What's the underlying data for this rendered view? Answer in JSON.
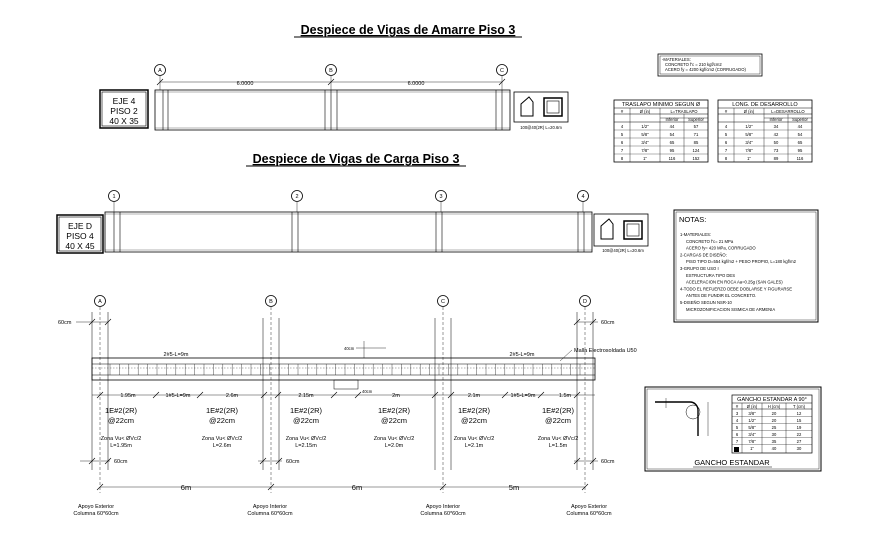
{
  "titles": {
    "amarre": "Despiece de Vigas de Amarre Piso 3",
    "carga": "Despiece de Vigas de Carga Piso 3"
  },
  "beam1": {
    "axes": [
      "A",
      "B",
      "C"
    ],
    "dims": [
      "6.0000",
      "6.0000"
    ],
    "label": [
      "EJE 4",
      "PISO 2",
      "40 X 35"
    ],
    "section_note": "100@40(2R) L=20.6m"
  },
  "beam2": {
    "axes": [
      "1",
      "2",
      "3",
      "4"
    ],
    "label": [
      "EJE D",
      "PISO 4",
      "40 X 45"
    ],
    "section_note": "100@40(2R) L=20.6m"
  },
  "materiales": {
    "lines": [
      "-MATERIALES:",
      "CONCRETO f'c = 210 kgf/cm2",
      "ACERO fy = 4200 kgf/cm2 (CORRUGADO)"
    ]
  },
  "traslapo": {
    "title": "TRASLAPO MINIMO SEGUN Ø",
    "header": [
      "#",
      "Ø (in)",
      "L=TRASLAPO"
    ],
    "sub": [
      "Inferior",
      "Superior"
    ],
    "rows": [
      [
        "4",
        "1/2\"",
        "44",
        "57"
      ],
      [
        "5",
        "5/8\"",
        "54",
        "71"
      ],
      [
        "6",
        "3/4\"",
        "65",
        "85"
      ],
      [
        "7",
        "7/8\"",
        "95",
        "124"
      ],
      [
        "8",
        "1\"",
        "116",
        "152"
      ]
    ]
  },
  "desarrollo": {
    "title": "LONG. DE DESARROLLO",
    "header": [
      "#",
      "Ø (in)",
      "L=DESARROLLO"
    ],
    "sub": [
      "Inferior",
      "Superior"
    ],
    "rows": [
      [
        "4",
        "1/2\"",
        "34",
        "44"
      ],
      [
        "5",
        "5/8\"",
        "42",
        "54"
      ],
      [
        "6",
        "3/4\"",
        "50",
        "65"
      ],
      [
        "7",
        "7/8\"",
        "73",
        "95"
      ],
      [
        "8",
        "1\"",
        "89",
        "116"
      ]
    ]
  },
  "notas": {
    "title": "NOTAS:",
    "lines": [
      "1-MATERIALES:",
      "CONCRETO f'c= 21 MPa",
      "ACERO fy= 420 MPa, CORRUGADO",
      "2-CARGAS DE DISEÑO:",
      "PISO TIPO D=554 kgf/m2 + PESO PROPIO, L=180 kgf/m2",
      "3-GRUPO DE USO I",
      "ESTRUCTURA TIPO DES",
      "ACELERACION EN ROCA Aa=0.25g (SAN GALES)",
      "4-TODO EL REFUERZO DEBE DOBLARSE Y FIGURARSE",
      "ANTES DE FUNDIR EL CONCRETO.",
      "5-DISEÑO SEGUN NSR-10",
      "MICROZONIFICACION SISMICA DE ARMENIA"
    ]
  },
  "beam3": {
    "axes": [
      "A",
      "B",
      "C",
      "D"
    ],
    "edge_dims": [
      "60cm",
      "60cm"
    ],
    "top_bar_labels": [
      "2#5-L=9m",
      "2#5-L=9m"
    ],
    "malla": "Malla Electrosoldada U50",
    "small_tag": "40cm",
    "small_tag2": "40cm",
    "zone_dims": [
      "1.95m",
      "1#5-L=9m",
      "2.6m",
      "2.15m",
      "2m",
      "2.1m",
      "1#5-L=9m",
      "1.5m"
    ],
    "stirrups": [
      {
        "a": "1E#2(2R)",
        "b": "@22cm",
        "c": "Zona Vu< ØVc/2",
        "d": "L=1.95m"
      },
      {
        "a": "1E#2(2R)",
        "b": "@22cm",
        "c": "Zona Vu< ØVc/2",
        "d": "L=2.6m"
      },
      {
        "a": "1E#2(2R)",
        "b": "@22cm",
        "c": "Zona Vu< ØVc/2",
        "d": "L=2.15m"
      },
      {
        "a": "1E#2(2R)",
        "b": "@22cm",
        "c": "Zona Vu< ØVc/2",
        "d": "L=2.0m"
      },
      {
        "a": "1E#2(2R)",
        "b": "@22cm",
        "c": "Zona Vu< ØVc/2",
        "d": "L=2.1m"
      },
      {
        "a": "1E#2(2R)",
        "b": "@22cm",
        "c": "Zona Vu< ØVc/2",
        "d": "L=1.5m"
      }
    ],
    "col_dims": [
      "60cm",
      "60cm",
      "60cm"
    ],
    "spans": [
      "6m",
      "6m",
      "5m"
    ],
    "apoyos": [
      [
        "Apoyo Exterior",
        "Columna 60*60cm"
      ],
      [
        "Apoyo Interior",
        "Columna 60*60cm"
      ],
      [
        "Apoyo Interior",
        "Columna 60*60cm"
      ],
      [
        "Apoyo Exterior",
        "Columna 60*60cm"
      ]
    ]
  },
  "gancho": {
    "table_title": "GANCHO ESTANDAR A 90°",
    "header": [
      "#",
      "Ø (in)",
      "H (cm)",
      "T (cm)"
    ],
    "rows": [
      [
        "3",
        "3/8\"",
        "20",
        "12"
      ],
      [
        "4",
        "1/2\"",
        "20",
        "15"
      ],
      [
        "5",
        "5/8\"",
        "25",
        "19"
      ],
      [
        "6",
        "3/4\"",
        "30",
        "22"
      ],
      [
        "7",
        "7/8\"",
        "35",
        "27"
      ],
      [
        "8",
        "1\"",
        "40",
        "30"
      ]
    ],
    "caption": "GANCHO ESTANDAR"
  }
}
